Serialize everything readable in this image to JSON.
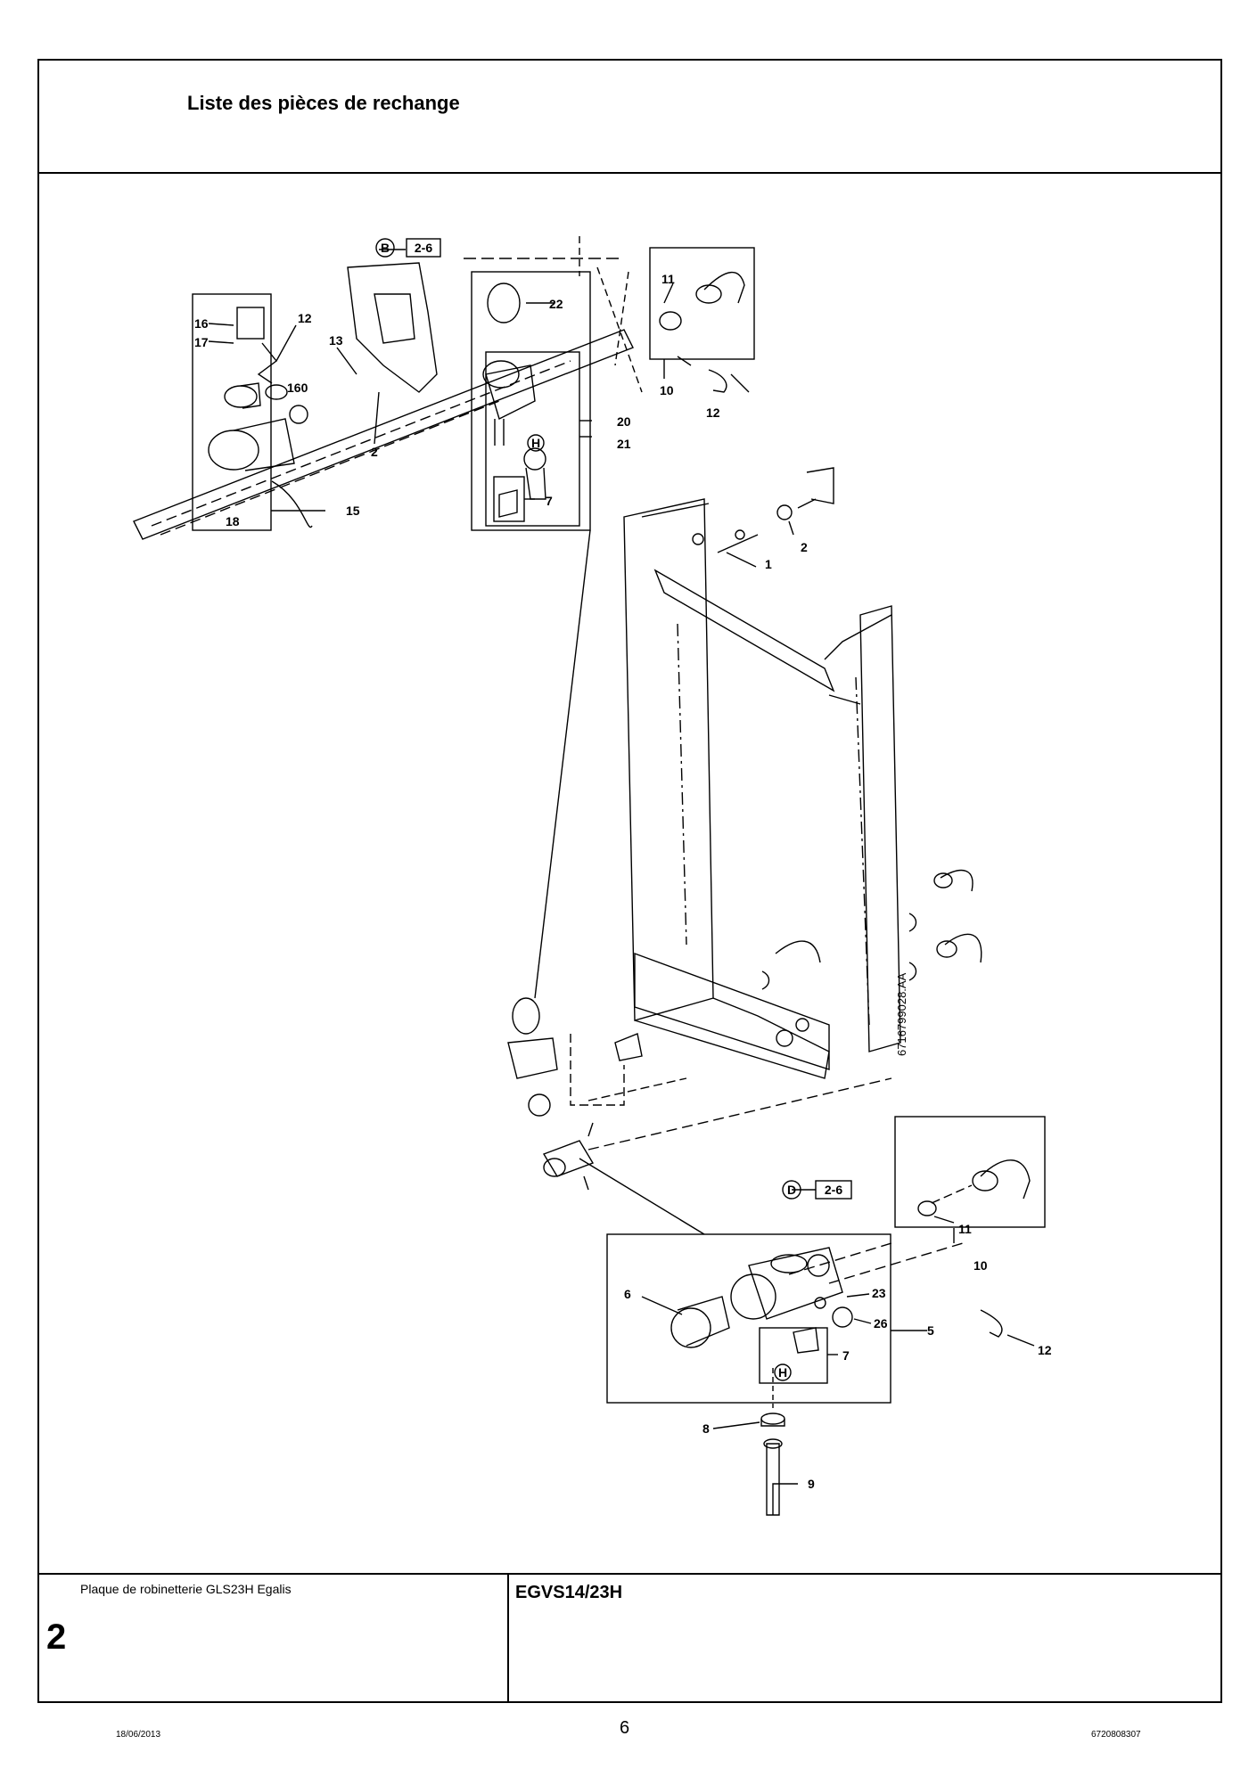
{
  "header": {
    "title": "Liste des pièces de rechange"
  },
  "footer": {
    "description": "Plaque de robinetterie GLS23H Egalis",
    "section_number": "2",
    "model": "EGVS14/23H",
    "date": "18/06/2013",
    "page_number": "6",
    "doc_ref": "6720808307"
  },
  "diagram": {
    "drawing_ref": "6716799028.AA",
    "callouts": [
      {
        "id": "16",
        "text": "16"
      },
      {
        "id": "17",
        "text": "17"
      },
      {
        "id": "12a",
        "text": "12"
      },
      {
        "id": "13",
        "text": "13"
      },
      {
        "id": "160",
        "text": "160"
      },
      {
        "id": "2a",
        "text": "2"
      },
      {
        "id": "18",
        "text": "18"
      },
      {
        "id": "15",
        "text": "15"
      },
      {
        "id": "22",
        "text": "22"
      },
      {
        "id": "20",
        "text": "20"
      },
      {
        "id": "21",
        "text": "21"
      },
      {
        "id": "7a",
        "text": "7"
      },
      {
        "id": "11a",
        "text": "11"
      },
      {
        "id": "10a",
        "text": "10"
      },
      {
        "id": "12b",
        "text": "12"
      },
      {
        "id": "1",
        "text": "1"
      },
      {
        "id": "2b",
        "text": "2"
      },
      {
        "id": "11b",
        "text": "11"
      },
      {
        "id": "10b",
        "text": "10"
      },
      {
        "id": "6",
        "text": "6"
      },
      {
        "id": "23",
        "text": "23"
      },
      {
        "id": "26",
        "text": "26"
      },
      {
        "id": "5",
        "text": "5"
      },
      {
        "id": "12c",
        "text": "12"
      },
      {
        "id": "7b",
        "text": "7"
      },
      {
        "id": "8",
        "text": "8"
      },
      {
        "id": "9",
        "text": "9"
      }
    ],
    "refs": [
      {
        "circle": "B",
        "box": "2-6"
      },
      {
        "circle": "D",
        "box": "2-6"
      }
    ],
    "h_marker": "H"
  }
}
